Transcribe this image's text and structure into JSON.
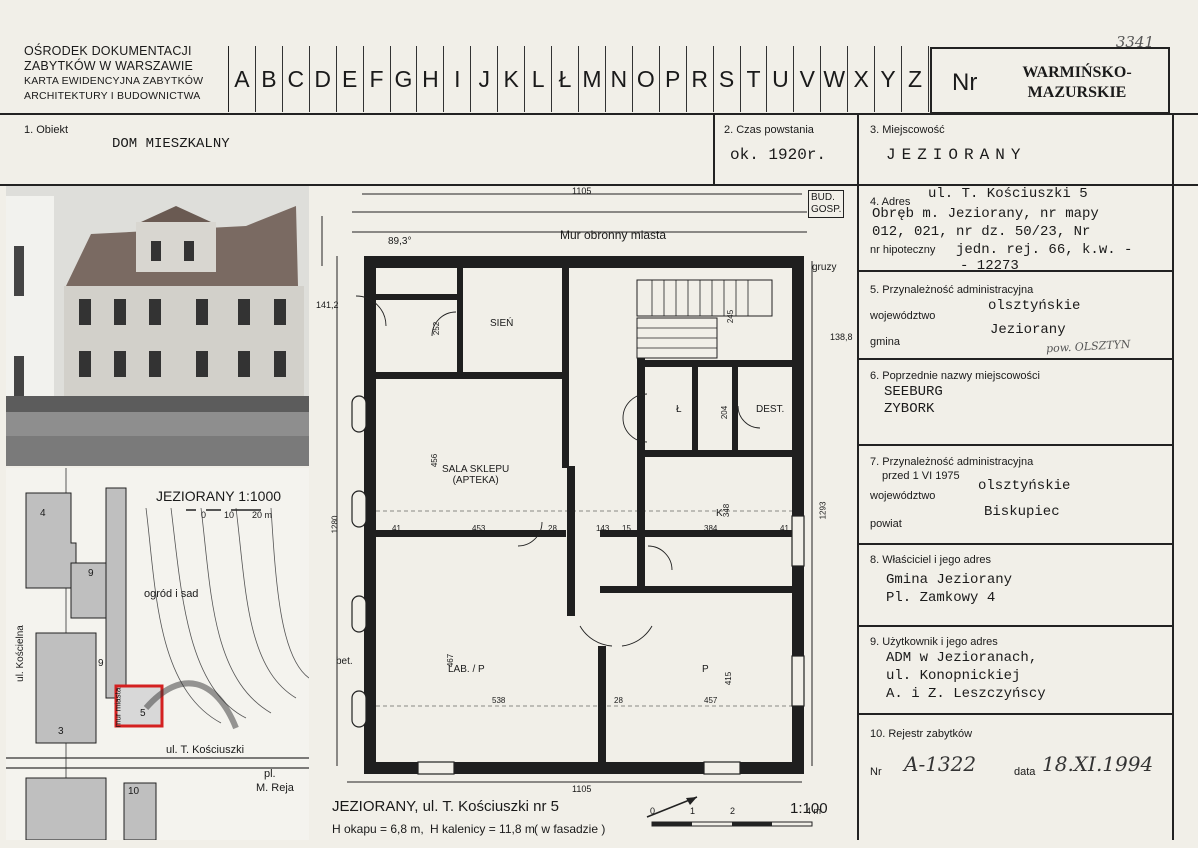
{
  "header": {
    "institution_line1": "OŚRODEK DOKUMENTACJI",
    "institution_line2": "ZABYTKÓW W WARSZAWIE",
    "card_line1": "KARTA EWIDENCYJNA ZABYTKÓW",
    "card_line2": "ARCHITEKTURY I BUDOWNICTWA",
    "letters": [
      "A",
      "B",
      "C",
      "D",
      "E",
      "F",
      "G",
      "H",
      "I",
      "J",
      "K",
      "L",
      "Ł",
      "M",
      "N",
      "O",
      "P",
      "R",
      "S",
      "T",
      "U",
      "V",
      "W",
      "X",
      "Y",
      "Z"
    ],
    "nr_label": "Nr",
    "nr_region_line1": "WARMIŃSKO-",
    "nr_region_line2": "MAZURSKIE",
    "nr_handwritten": "3341"
  },
  "fields": {
    "obiekt_label": "1. Obiekt",
    "obiekt_value": "DOM MIESZKALNY",
    "czas_label": "2. Czas powstania",
    "czas_value": "ok. 1920r.",
    "miejscowosc_label": "3. Miejscowość",
    "miejscowosc_value": "JEZIORANY",
    "adres_label": "4. Adres",
    "adres_line1": "ul. T. Kościuszki 5",
    "adres_line2": "Obręb m. Jeziorany, nr mapy",
    "adres_line3": "012, 021, nr dz. 50/23,  Nr",
    "hipoteczny_label": "nr hipoteczny",
    "adres_line4": "jedn. rej. 66, k.w. -",
    "adres_line5": "- 12273",
    "przynaleznosc_label": "5. Przynależność administracyjna",
    "wojewodztwo_label": "województwo",
    "wojewodztwo_value": "olsztyńskie",
    "gmina_label": "gmina",
    "gmina_value": "Jeziorany",
    "gmina_hand": "pow. OLSZTYN",
    "poprzednie_label": "6. Poprzednie nazwy miejscowości",
    "poprzednie_1": "SEEBURG",
    "poprzednie_2": "ZYBORK",
    "przyn1975_label1": "7. Przynależność administracyjna",
    "przyn1975_label2": "przed 1 VI 1975",
    "woj1975_label": "województwo",
    "woj1975_value": "olsztyńskie",
    "powiat_label": "powiat",
    "powiat_value": "Biskupiec",
    "wlasciciel_label": "8. Właściciel i jego adres",
    "wlasciciel_1": "Gmina Jeziorany",
    "wlasciciel_2": "Pl. Zamkowy 4",
    "uzytkownik_label": "9. Użytkownik i jego adres",
    "uzytkownik_1": "ADM w Jezioranach,",
    "uzytkownik_2": "ul. Konopnickiej",
    "uzytkownik_3": "A. i Z. Leszczyńscy",
    "rejestr_label": "10. Rejestr zabytków",
    "rejestr_nr_label": "Nr",
    "rejestr_nr_value": "A-1322",
    "rejestr_data_label": "data",
    "rejestr_data_value": "18.XI.1994"
  },
  "map": {
    "title": "JEZIORANY  1:1000",
    "scale_0": "0",
    "scale_10": "10",
    "scale_20": "20 m",
    "street_koscielna": "ul. Kościelna",
    "ogrod": "ogród i sad",
    "street_koscuszki": "ul. T. Kościuszki",
    "plac_1": "pl.",
    "plac_2": "M. Reja",
    "mur_miasta": "mur miasta",
    "bld_9a": "9",
    "bld_9b": "9",
    "bld_3": "3",
    "bld_5": "5",
    "bld_10": "10",
    "bld_4": "4"
  },
  "plan": {
    "dim_top": "1105",
    "dim_bottom": "1105",
    "bud_gosp_1": "BUD.",
    "bud_gosp_2": "GOSP.",
    "angle": "89,3°",
    "mur_obronny": "Mur obronny miasta",
    "gruzy": "gruzy",
    "level_left": "141,2",
    "level_right": "138,8",
    "room_sien": "SIEŃ",
    "room_sala_1": "SALA SKLEPU",
    "room_sala_2": "(APTEKA)",
    "room_l": "Ł",
    "room_dest": "DEST.",
    "room_k": "K",
    "room_lab": "LAB. / P",
    "room_p": "P",
    "bet": "bet.",
    "dim_1280": "1280",
    "dim_1293": "1293",
    "dim_453": "453",
    "dim_384": "384",
    "dim_538": "538",
    "dim_457": "457",
    "dim_467": "467",
    "dim_415": "415",
    "dim_456": "456",
    "dim_348": "348",
    "dim_252": "252",
    "dim_245": "245",
    "dim_204": "204",
    "dim_143": "143",
    "dim_41a": "41",
    "dim_41b": "41",
    "dim_28a": "28",
    "dim_28b": "28",
    "dim_15": "15",
    "caption": "JEZIORANY, ul. T. Kościuszki nr 5",
    "scale": "1:100",
    "hokapu": "H okapu = 6,8 m,",
    "hkalenicy": "H kalenicy = 11,8 m",
    "fasada": "( w fasadzie )",
    "sc_0": "0",
    "sc_1": "1",
    "sc_2": "2",
    "sc_4": "4 m"
  }
}
